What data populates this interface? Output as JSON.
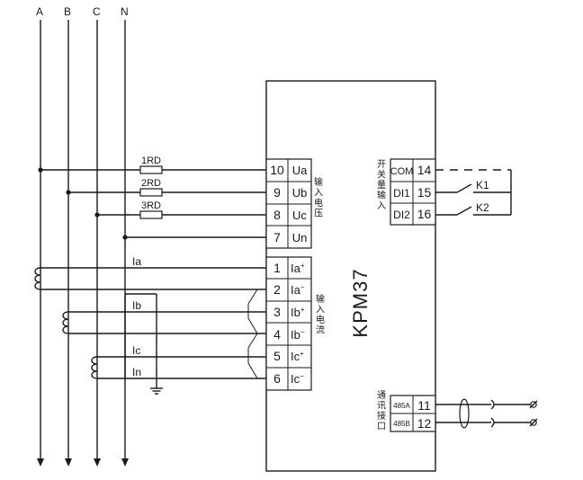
{
  "phases": [
    "A",
    "B",
    "C",
    "N"
  ],
  "fuses": [
    "1RD",
    "2RD",
    "3RD"
  ],
  "current_lines": [
    "Ia",
    "Ib",
    "Ic",
    "In"
  ],
  "device": {
    "model": "KPM37",
    "voltage_group_label": "输入电压",
    "current_group_label": "输入电流",
    "switch_group_label": "开关量输入",
    "comm_group_label": "通讯接口"
  },
  "voltage_terminals": [
    {
      "num": "10",
      "label": "Ua"
    },
    {
      "num": "9",
      "label": "Ub"
    },
    {
      "num": "8",
      "label": "Uc"
    },
    {
      "num": "7",
      "label": "Un"
    }
  ],
  "current_terminals": [
    {
      "num": "1",
      "label": "Ia",
      "sup": "+"
    },
    {
      "num": "2",
      "label": "Ia",
      "sup": "−"
    },
    {
      "num": "3",
      "label": "Ib",
      "sup": "+"
    },
    {
      "num": "4",
      "label": "Ib",
      "sup": "−"
    },
    {
      "num": "5",
      "label": "Ic",
      "sup": "+"
    },
    {
      "num": "6",
      "label": "Ic",
      "sup": "−"
    }
  ],
  "switch_terminals": [
    {
      "num": "14",
      "label": "COM"
    },
    {
      "num": "15",
      "label": "DI1"
    },
    {
      "num": "16",
      "label": "DI2"
    }
  ],
  "switch_contacts": [
    "K1",
    "K2"
  ],
  "comm_terminals": [
    {
      "num": "11",
      "label": "485A"
    },
    {
      "num": "12",
      "label": "485B"
    }
  ]
}
